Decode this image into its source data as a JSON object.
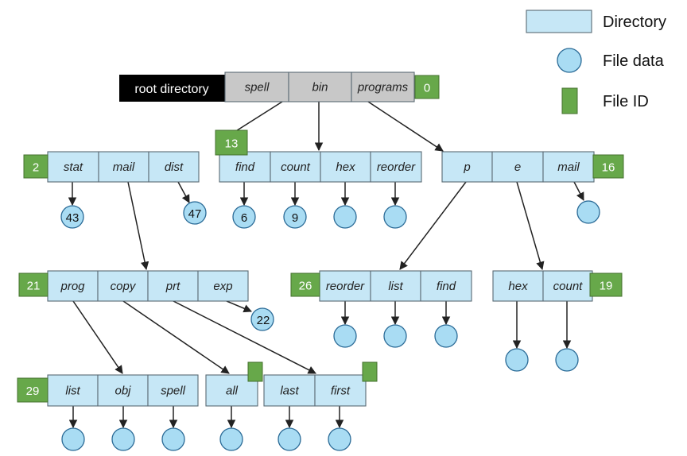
{
  "root_label": "root directory",
  "legend": {
    "directory": "Directory",
    "file_data": "File data",
    "file_id": "File ID"
  },
  "directories": [
    {
      "id": "root",
      "file_id": "0",
      "entries": [
        "spell",
        "bin",
        "programs"
      ]
    },
    {
      "id": "d2",
      "file_id": "2",
      "entries": [
        "stat",
        "mail",
        "dist"
      ]
    },
    {
      "id": "d13",
      "file_id": "13",
      "entries": [
        "find",
        "count",
        "hex",
        "reorder"
      ]
    },
    {
      "id": "d16",
      "file_id": "16",
      "entries": [
        "p",
        "e",
        "mail"
      ]
    },
    {
      "id": "d21",
      "file_id": "21",
      "entries": [
        "prog",
        "copy",
        "prt",
        "exp"
      ]
    },
    {
      "id": "d26",
      "file_id": "26",
      "entries": [
        "reorder",
        "list",
        "find"
      ]
    },
    {
      "id": "d19",
      "file_id": "19",
      "entries": [
        "hex",
        "count"
      ]
    },
    {
      "id": "d29",
      "file_id": "29",
      "entries": [
        "list",
        "obj",
        "spell"
      ]
    },
    {
      "id": "dall",
      "file_id": "",
      "entries": [
        "all"
      ]
    },
    {
      "id": "dlf",
      "file_id": "",
      "entries": [
        "last",
        "first"
      ]
    }
  ],
  "file_data_labels": [
    "43",
    "47",
    "6",
    "9",
    "22"
  ]
}
